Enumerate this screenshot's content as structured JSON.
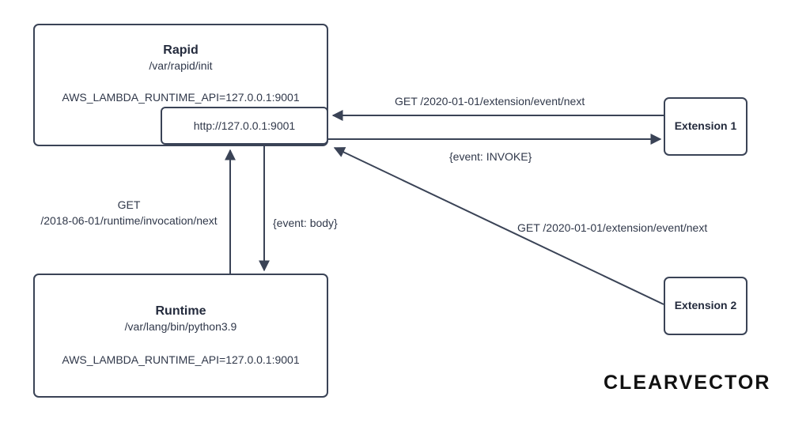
{
  "diagram": {
    "title": "AWS Lambda Rapid / Runtime / Extensions request flow",
    "stroke_color": "#3a4356",
    "text_color": "#30384a",
    "background": "#ffffff"
  },
  "nodes": {
    "rapid": {
      "title": "Rapid",
      "path": "/var/rapid/init",
      "env": "AWS_LAMBDA_RUNTIME_API=127.0.0.1:9001"
    },
    "endpoint": {
      "url": "http://127.0.0.1:9001"
    },
    "runtime": {
      "title": "Runtime",
      "path": "/var/lang/bin/python3.9",
      "env": "AWS_LAMBDA_RUNTIME_API=127.0.0.1:9001"
    },
    "extension1": {
      "title": "Extension 1"
    },
    "extension2": {
      "title": "Extension 2"
    }
  },
  "edges": [
    {
      "id": "ext1-poll",
      "label": "GET /2020-01-01/extension/event/next",
      "from": "extension1",
      "to": "endpoint",
      "direction": "right-to-left"
    },
    {
      "id": "ext1-invoke",
      "label": "{event: INVOKE}",
      "from": "endpoint",
      "to": "extension1",
      "direction": "left-to-right"
    },
    {
      "id": "ext2-poll",
      "label": "GET /2020-01-01/extension/event/next",
      "from": "extension2",
      "to": "endpoint",
      "direction": "diagonal-up-left"
    },
    {
      "id": "runtime-poll",
      "label_line1": "GET",
      "label_line2": "/2018-06-01/runtime/invocation/next",
      "from": "runtime",
      "to": "rapid",
      "direction": "bottom-to-top"
    },
    {
      "id": "runtime-body",
      "label": "{event: body}",
      "from": "rapid",
      "to": "runtime",
      "direction": "top-to-bottom"
    }
  ],
  "logo": {
    "wordmark": "CLEARVECTOR",
    "mark_name": "clearvector-triangle-mark",
    "accent_color": "#1e9ae0",
    "wordmark_color": "#111111"
  }
}
